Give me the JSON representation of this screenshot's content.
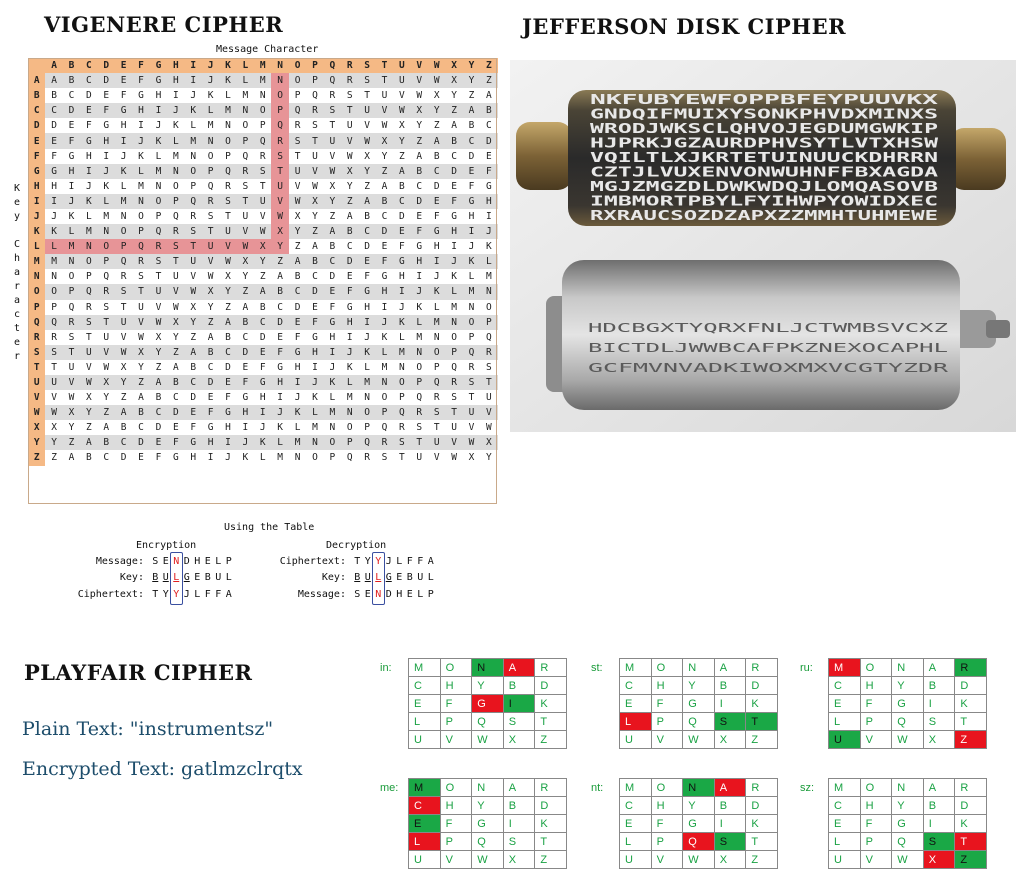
{
  "titles": {
    "vigenere": "VIGENERE CIPHER",
    "jefferson": "JEFFERSON DISK CIPHER",
    "playfair": "PLAYFAIR CIPHER"
  },
  "vigenere": {
    "message_label": "Message Character",
    "key_label": "Key Character",
    "alphabet": "ABCDEFGHIJKLMNOPQRSTUVWXYZ",
    "highlight": {
      "column": "N",
      "row": "L"
    },
    "colors": {
      "header": "#f5b985",
      "stripe": "#dcdcdc",
      "highlight": "#e79497"
    },
    "usage_title": "Using the Table",
    "encryption": {
      "title": "Encryption",
      "rows": [
        {
          "label": "Message:",
          "text": "SENDHELP"
        },
        {
          "label": "Key:",
          "text": "BULGEBUL"
        },
        {
          "label": "Ciphertext:",
          "text": "TYYJLFFA"
        }
      ]
    },
    "decryption": {
      "title": "Decryption",
      "rows": [
        {
          "label": "Ciphertext:",
          "text": "TYYJLFFA"
        },
        {
          "label": "Key:",
          "text": "BULGEBUL"
        },
        {
          "label": "Message:",
          "text": "SENDHELP"
        }
      ]
    },
    "highlight_index": 2,
    "underline_key_indices": [
      0,
      1,
      2,
      3
    ]
  },
  "jefferson": {
    "photo": "jefferson-disk-photo",
    "upper_rows": [
      "NKFUBYEWFOPPBFEYPUUVKX",
      "GNDQIFMUIXYSONKPHVDXMINXS",
      "WRODJWKSCLQHVOJEGDUMGWKIP",
      "HJPRKJGZAURDPHVSYTLVTXHSW",
      "VQILTLXJKRTETUINUUCKDHRRN",
      "CZTJLVUXENVONWUHNFFBXAGDA",
      "MGJZMGZDLDWKWDQJLOMQASOVB",
      "IMBMORTPBYLFYIHWPYOWIDXEC",
      "RXRAUCSOZDZAPXZZMMHTUHMEWE"
    ],
    "lower_rows": [
      "HDCBGXTYQRXFNLJCTWMBSVCXZ",
      "BICTDLJWWBCAFPKZNEXOCAPHL",
      "GCFMVNVADKIWOXMXVCGTYZDR"
    ]
  },
  "playfair": {
    "plain_text": "Plain Text: \"instrumentsz\"",
    "encrypted_text": "Encrypted Text: gatlmzclrqtx",
    "grid": [
      "MONAR",
      "CHYBD",
      "EFGIK",
      "LPQST",
      "UVWXZ"
    ],
    "colors": {
      "green": "#1aa846",
      "red": "#e8141e",
      "letter": "#19a143"
    },
    "panels": [
      {
        "label": "in:",
        "green": [
          [
            0,
            2
          ],
          [
            2,
            3
          ]
        ],
        "red": [
          [
            0,
            3
          ],
          [
            2,
            2
          ]
        ]
      },
      {
        "label": "st:",
        "green": [
          [
            3,
            3
          ],
          [
            3,
            4
          ]
        ],
        "red": [
          [
            3,
            0
          ]
        ]
      },
      {
        "label": "ru:",
        "green": [
          [
            0,
            4
          ],
          [
            4,
            0
          ]
        ],
        "red": [
          [
            0,
            0
          ],
          [
            4,
            4
          ]
        ]
      },
      {
        "label": "me:",
        "green": [
          [
            0,
            0
          ],
          [
            2,
            0
          ]
        ],
        "red": [
          [
            1,
            0
          ],
          [
            3,
            0
          ]
        ]
      },
      {
        "label": "nt:",
        "green": [
          [
            0,
            2
          ],
          [
            3,
            3
          ]
        ],
        "red": [
          [
            0,
            3
          ],
          [
            3,
            2
          ]
        ]
      },
      {
        "label": "sz:",
        "green": [
          [
            3,
            3
          ],
          [
            4,
            4
          ]
        ],
        "red": [
          [
            3,
            4
          ],
          [
            4,
            3
          ]
        ]
      }
    ]
  }
}
